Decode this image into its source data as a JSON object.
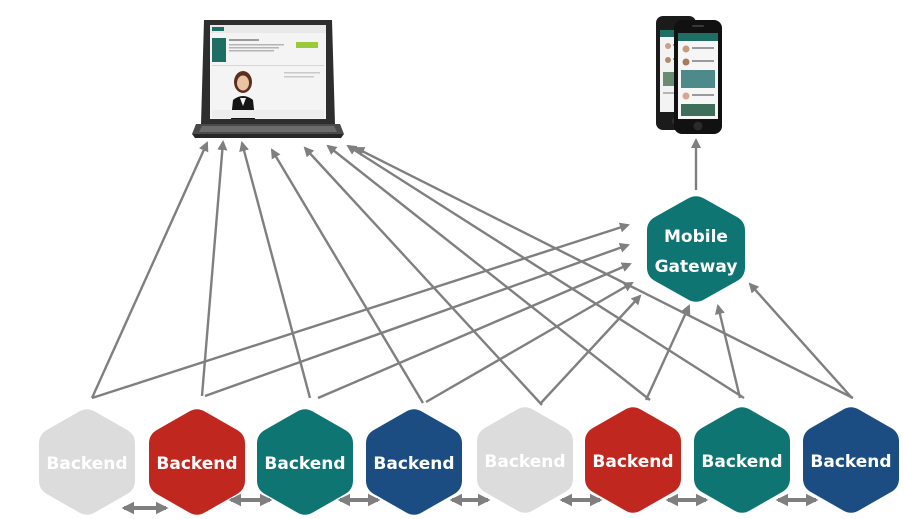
{
  "colors": {
    "gray": "#dcdcdc",
    "red": "#c0281f",
    "teal": "#0f7573",
    "navy": "#1b4d83",
    "arrow": "#7f7f7f",
    "laptop_body": "#3c3c3c",
    "screen_header": "#1f6e63"
  },
  "gateway": {
    "label_line1": "Mobile",
    "label_line2": "Gateway",
    "color": "teal"
  },
  "backends": [
    {
      "label": "Backend",
      "color": "gray"
    },
    {
      "label": "Backend",
      "color": "red"
    },
    {
      "label": "Backend",
      "color": "teal"
    },
    {
      "label": "Backend",
      "color": "navy"
    },
    {
      "label": "Backend",
      "color": "gray"
    },
    {
      "label": "Backend",
      "color": "red"
    },
    {
      "label": "Backend",
      "color": "teal"
    },
    {
      "label": "Backend",
      "color": "navy"
    }
  ],
  "devices": {
    "laptop_icon": "laptop-with-web-portal-icon",
    "phone_icon": "smartphone-pair-icon"
  }
}
